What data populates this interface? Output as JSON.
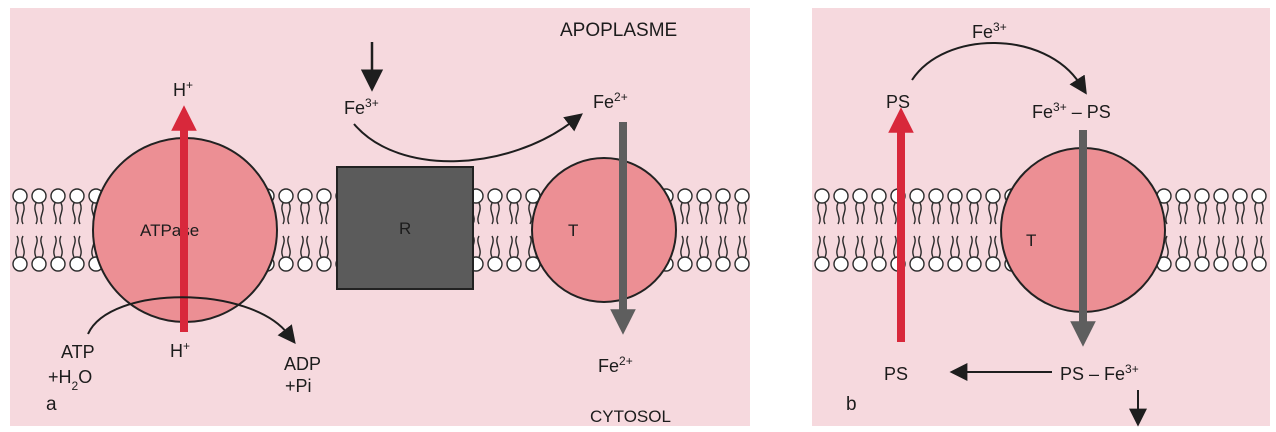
{
  "panel_a": {
    "letter": "a",
    "apoplasm_label": "APOPLASME",
    "cytosol_label": "CYTOSOL",
    "atpase": {
      "label": "ATPase",
      "h_top": "H+",
      "h_bottom": "H+",
      "atp": "ATP",
      "h2o": "+H2O",
      "adp": "ADP",
      "pi": "+Pi"
    },
    "reductase": {
      "label": "R",
      "fe3": "Fe3+",
      "fe2": "Fe2+"
    },
    "transporter": {
      "label": "T",
      "fe2_bottom": "Fe2+"
    }
  },
  "panel_b": {
    "letter": "b",
    "fe3_top": "Fe3+",
    "ps_top": "PS",
    "complex_top": "Fe3+ – PS",
    "transporter_label": "T",
    "ps_bottom": "PS",
    "complex_bottom": "PS – Fe3+"
  },
  "colors": {
    "panel_bg": "#f6d9de",
    "protein_fill": "#ec8f94",
    "reductase_fill": "#5b5b5b",
    "proton_arrow": "#d8283b",
    "iron_arrow": "#5e5e5e"
  }
}
